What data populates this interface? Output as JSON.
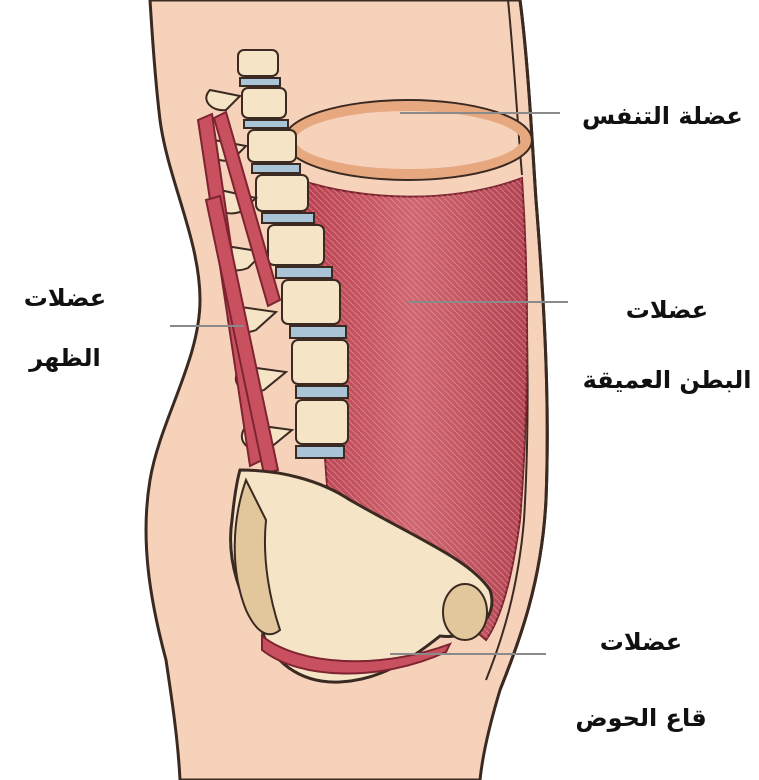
{
  "colors": {
    "skin": "#f6d2bb",
    "skin_outline": "#3a2a22",
    "bone": "#f5e4c6",
    "bone_shade": "#e3c79c",
    "disc": "#a9c4d6",
    "muscle": "#c9515f",
    "muscle_light": "#dc8a92",
    "muscle_dark": "#9b2f3d",
    "diaphragm": "#e7a880",
    "leader_line": "#8a8a8a",
    "text": "#111111"
  },
  "labels": {
    "diaphragm": "عضلة التنفس",
    "back_line1": "عضلات",
    "back_line2": "الظهر",
    "deep_abdominal_line1": "عضلات",
    "deep_abdominal_line2": "البطن العميقة",
    "pelvic_floor_line1": "عضلات",
    "pelvic_floor_line2": "قاع الحوض"
  },
  "icons": {
    "torso": "torso-cross-section-illustration",
    "spine": "lumbar-spine",
    "pelvis": "pelvis-bone"
  }
}
